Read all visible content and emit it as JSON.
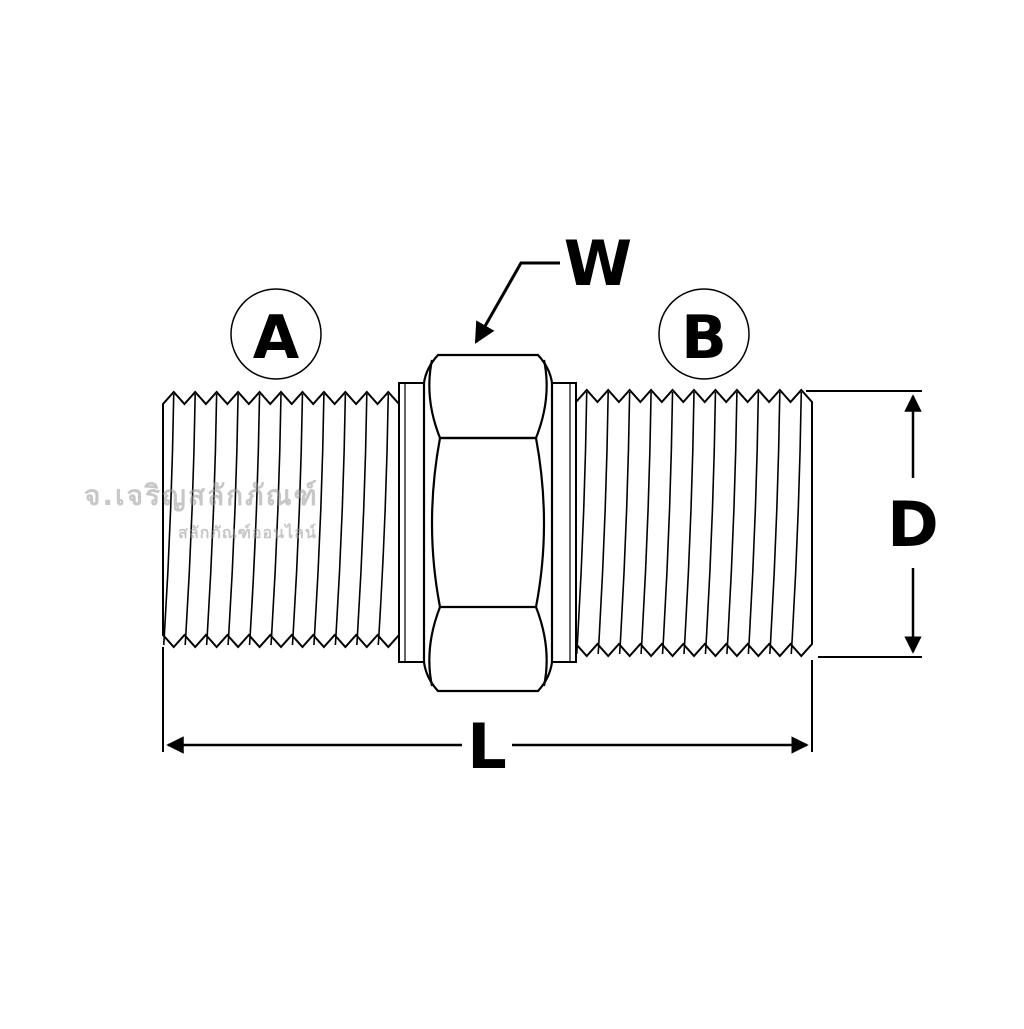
{
  "diagram": {
    "labels": {
      "end_a": "A",
      "end_b": "B",
      "hex_width": "W",
      "diameter": "D",
      "length": "L"
    },
    "watermark": {
      "line1": "จ.เจริญสลักภัณฑ์",
      "line2": "สลักภัณฑ์ออนไลน์"
    },
    "colors": {
      "line": "#000000",
      "background": "#ffffff",
      "watermark": "#9a9a9a"
    }
  }
}
